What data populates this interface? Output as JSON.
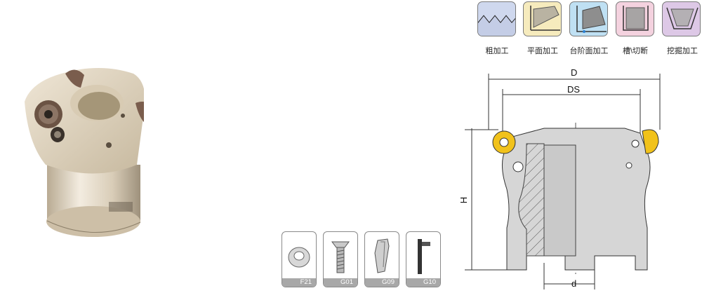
{
  "operations": [
    {
      "label": "粗加工",
      "color": "#cfd8ee",
      "icon": "rough-machining-icon"
    },
    {
      "label": "平面加工",
      "color": "#f6ebbd",
      "icon": "face-milling-icon"
    },
    {
      "label": "台阶面加工",
      "color": "#bfe0f3",
      "icon": "shoulder-milling-icon"
    },
    {
      "label": "槽\\切断",
      "color": "#f4d2df",
      "icon": "slotting-icon"
    },
    {
      "label": "挖掘加工",
      "color": "#ddc8e6",
      "icon": "pocketing-icon"
    }
  ],
  "accessories": [
    {
      "code": "F21",
      "icon": "round-insert-icon"
    },
    {
      "code": "G01",
      "icon": "screw-icon"
    },
    {
      "code": "G09",
      "icon": "insert-clamp-icon"
    },
    {
      "code": "G10",
      "icon": "wrench-icon"
    }
  ],
  "drawing": {
    "dim_D": "D",
    "dim_DS": "DS",
    "dim_H": "H",
    "dim_d": "d"
  }
}
